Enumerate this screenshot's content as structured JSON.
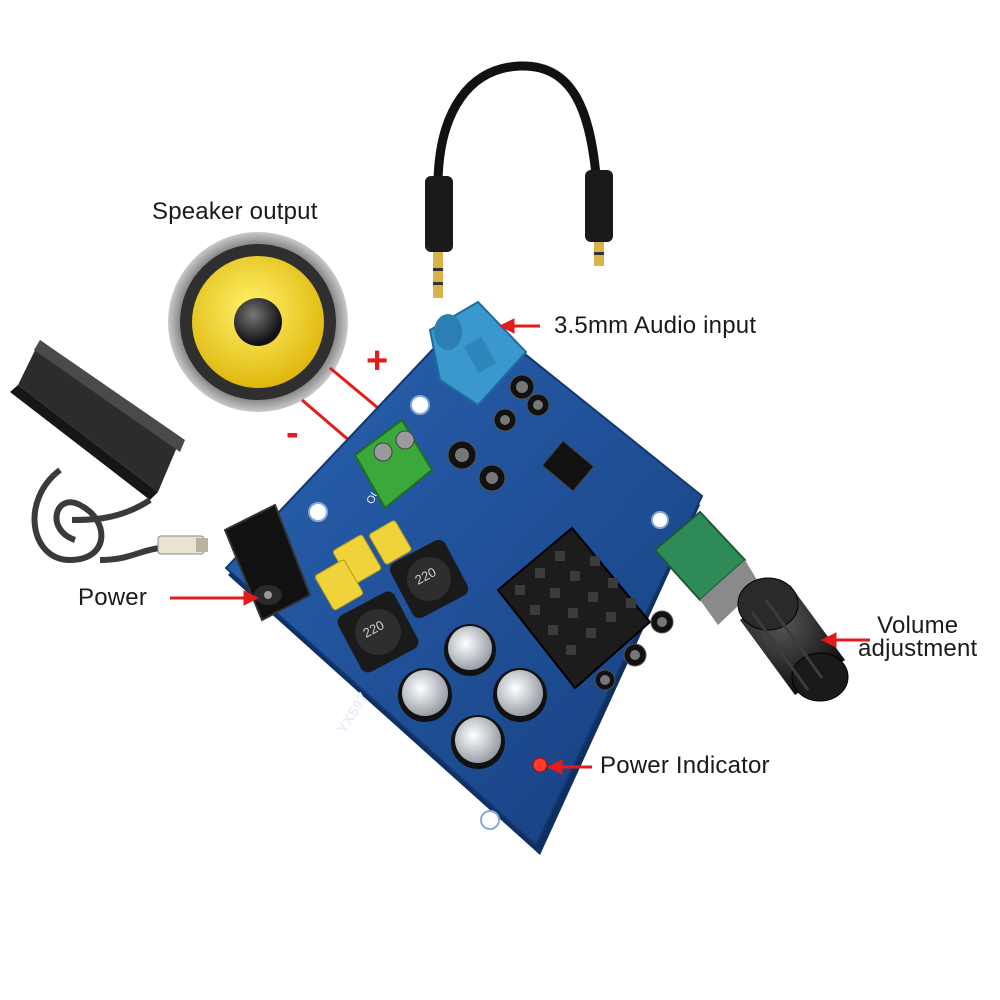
{
  "labels": {
    "speaker_output": "Speaker output",
    "audio_input": "3.5mm  Audio input",
    "power": "Power",
    "volume_line1": "Volume",
    "volume_line2": "adjustment",
    "power_indicator": "Power Indicator",
    "plus": "+",
    "minus": "-"
  },
  "board_text": {
    "model": "YX597",
    "inductor_value": "220",
    "out_terminal": "OUT-"
  },
  "colors": {
    "pcb": "#1d4d93",
    "pcb_edge": "#14376e",
    "arrow": "#e21b1b",
    "speaker_cone": "#f2d21a",
    "jack": "#3a98cf",
    "pot": "#2e8b57",
    "terminal": "#3aa83a",
    "capacitor_yellow": "#f0d23a"
  },
  "icons": [
    "power-adapter-icon",
    "speaker-icon",
    "audio-cable-icon",
    "volume-knob-icon"
  ]
}
